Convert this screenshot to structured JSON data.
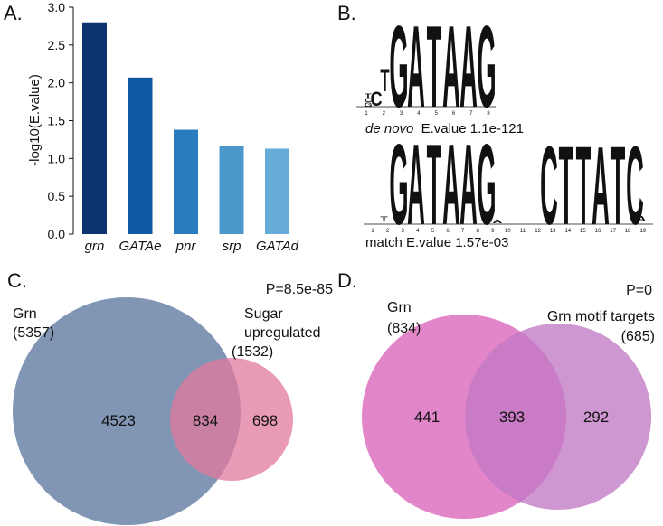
{
  "panel_labels": {
    "a": "A.",
    "b": "B.",
    "c": "C.",
    "d": "D."
  },
  "colors": {
    "bars": [
      "#0b3470",
      "#0f58a2",
      "#2a7cc0",
      "#4b97cc",
      "#65acd8"
    ],
    "venn_c_left": "#8196b5",
    "venn_c_right": "#e2789e",
    "venn_d_left": "#e07fc6",
    "venn_d_right": "#c27ac4",
    "logo_A": "#16a025",
    "logo_C": "#1818cc",
    "logo_G": "#f1a100",
    "logo_T": "#d9141b"
  },
  "chart_data": [
    {
      "type": "bar",
      "categories": [
        "grn",
        "GATAe",
        "pnr",
        "srp",
        "GATAd"
      ],
      "values": [
        2.8,
        2.07,
        1.38,
        1.16,
        1.13
      ],
      "ylabel": "-log10(E.value)",
      "xlabel": "",
      "ylim": [
        0,
        3.0
      ],
      "yticks": [
        "0.0",
        "0.5",
        "1.0",
        "1.5",
        "2.0",
        "2.5",
        "3.0"
      ],
      "grid": false
    }
  ],
  "logos": {
    "de_novo": {
      "caption_italic": "de novo",
      "caption_rest": "E.value 1.1e-121",
      "positions": [
        "1",
        "2",
        "3",
        "4",
        "5",
        "6",
        "7",
        "8"
      ],
      "letters": [
        "G",
        "A",
        "T",
        "A",
        "A",
        "G"
      ]
    },
    "match": {
      "caption": "match E.value 1.57e-03",
      "positions": [
        "1",
        "2",
        "3",
        "4",
        "5",
        "6",
        "7",
        "8",
        "9",
        "10",
        "11",
        "12",
        "13",
        "14",
        "15",
        "16",
        "17",
        "18",
        "19"
      ],
      "letters_left": [
        "G",
        "A",
        "T",
        "A",
        "A",
        "G"
      ],
      "letters_right": [
        "C",
        "T",
        "T",
        "A",
        "T",
        "C"
      ]
    }
  },
  "venn_c": {
    "pvalue": "P=8.5e-85",
    "left_name": "Grn",
    "left_total": "(5357)",
    "right_name_line1": "Sugar",
    "right_name_line2": "upregulated",
    "right_total": "(1532)",
    "left_only": "4523",
    "overlap": "834",
    "right_only": "698"
  },
  "venn_d": {
    "pvalue": "P=0",
    "left_name": "Grn",
    "left_total": "(834)",
    "right_name": "Grn motif targets",
    "right_total": "(685)",
    "left_only": "441",
    "overlap": "393",
    "right_only": "292"
  }
}
